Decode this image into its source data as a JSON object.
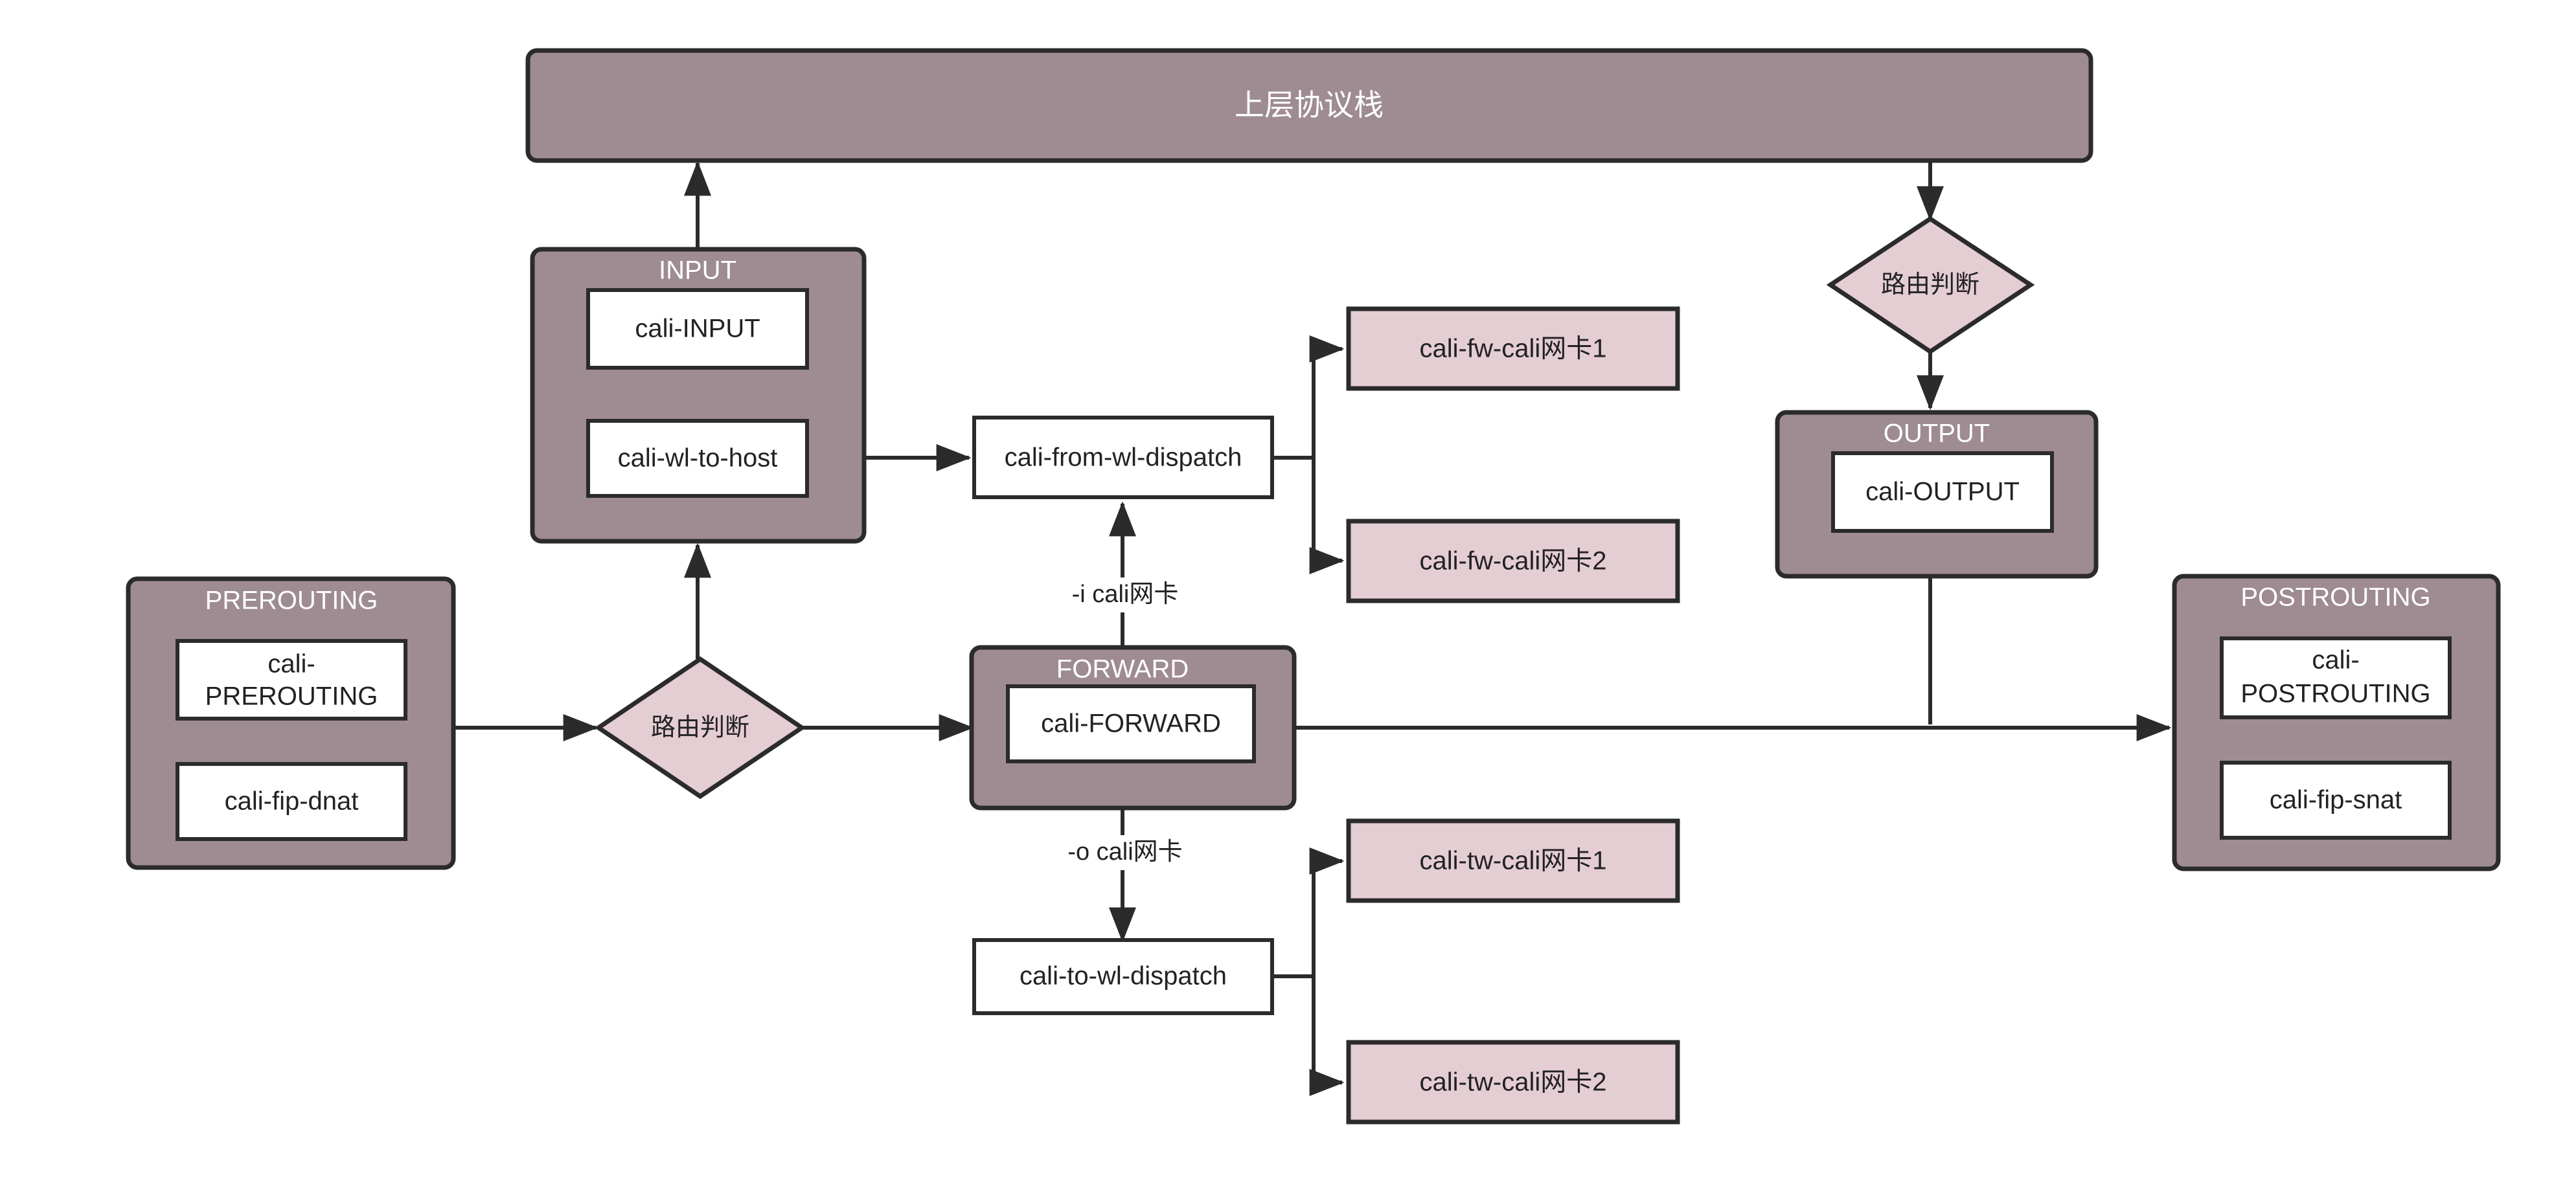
{
  "diagram": {
    "title_banner": {
      "label": "上层协议栈"
    },
    "groups": [
      {
        "id": "input",
        "title": "INPUT"
      },
      {
        "id": "prerouting",
        "title": "PREROUTING"
      },
      {
        "id": "forward",
        "title": "FORWARD"
      },
      {
        "id": "output",
        "title": "OUTPUT"
      },
      {
        "id": "postrouting",
        "title": "POSTROUTING"
      }
    ],
    "chains": {
      "cali_input": "cali-INPUT",
      "cali_wl_to_host": "cali-wl-to-host",
      "cali_prerouting_line1": "cali-",
      "cali_prerouting_line2": "PREROUTING",
      "cali_fip_dnat": "cali-fip-dnat",
      "cali_forward": "cali-FORWARD",
      "cali_output": "cali-OUTPUT",
      "cali_postrouting_line1": "cali-",
      "cali_postrouting_line2": "POSTROUTING",
      "cali_fip_snat": "cali-fip-snat",
      "cali_from_wl_dispatch": "cali-from-wl-dispatch",
      "cali_to_wl_dispatch": "cali-to-wl-dispatch"
    },
    "policy_chains": [
      {
        "id": "fw1",
        "label": "cali-fw-cali网卡1"
      },
      {
        "id": "fw2",
        "label": "cali-fw-cali网卡2"
      },
      {
        "id": "tw1",
        "label": "cali-tw-cali网卡1"
      },
      {
        "id": "tw2",
        "label": "cali-tw-cali网卡2"
      }
    ],
    "decisions": [
      {
        "id": "route-left",
        "label": "路由判断"
      },
      {
        "id": "route-right",
        "label": "路由判断"
      }
    ],
    "edge_labels": {
      "in_iface": "-i cali网卡",
      "out_iface": "-o cali网卡"
    },
    "colors": {
      "group_fill": "#9e8c92",
      "policy_fill": "#e4cdd3",
      "decision_fill": "#e4cdd3",
      "chain_fill": "#ffffff",
      "stroke": "#2b2b2b",
      "group_title_text": "#ffffff",
      "node_text": "#222222",
      "background": "#ffffff"
    }
  }
}
